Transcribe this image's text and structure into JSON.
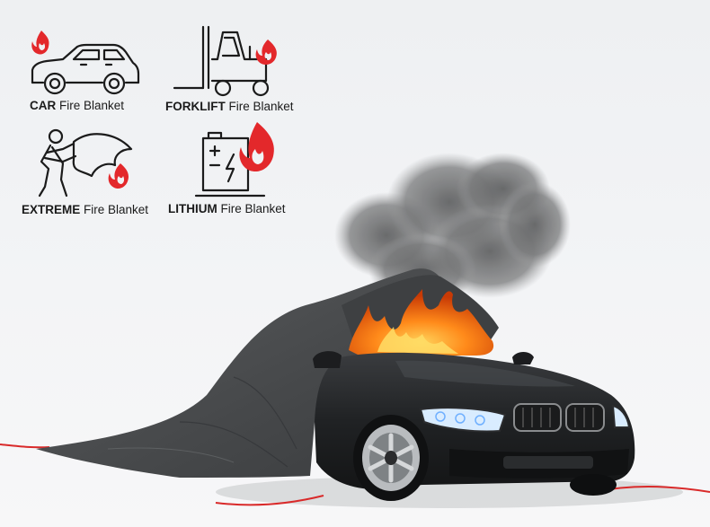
{
  "colors": {
    "accent": "#e3282b",
    "ink": "#1b1b1b",
    "blanket": "#4a4c4e",
    "car": "#222426"
  },
  "icons": [
    {
      "name": "car-icon",
      "bold": "CAR",
      "rest": " Fire Blanket"
    },
    {
      "name": "forklift-icon",
      "bold": "FORKLIFT",
      "rest": " Fire Blanket"
    },
    {
      "name": "extreme-icon",
      "bold": "EXTREME",
      "rest": " Fire Blanket"
    },
    {
      "name": "lithium-battery-icon",
      "bold": "LITHIUM",
      "rest": " Fire Blanket"
    }
  ],
  "scene": {
    "illustration": "car-under-fire-blanket-icon"
  }
}
